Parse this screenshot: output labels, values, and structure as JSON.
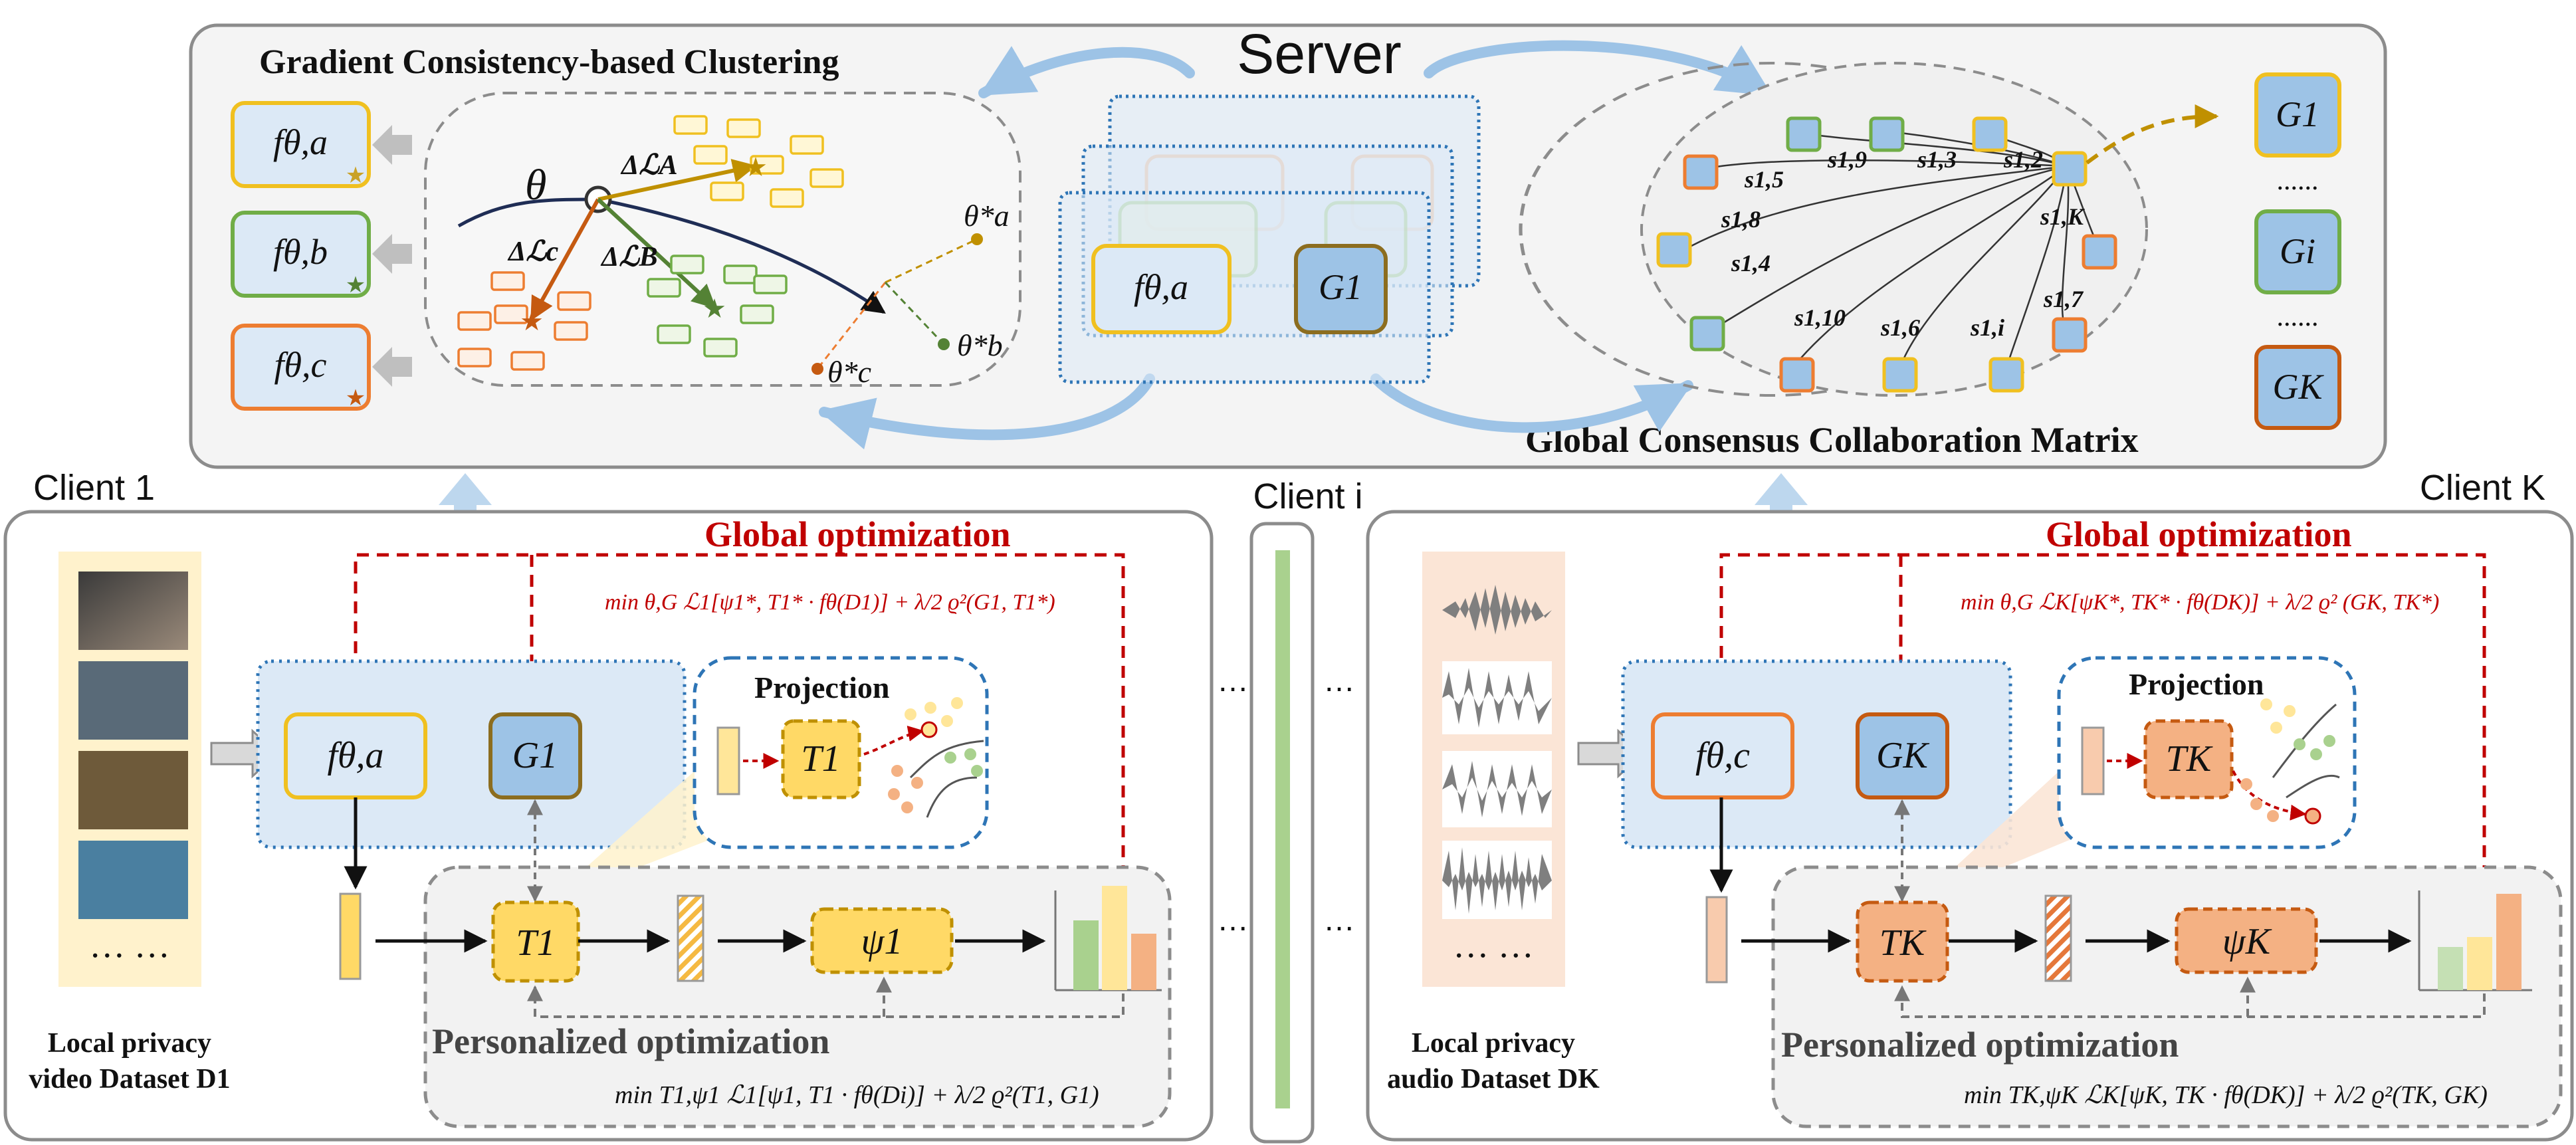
{
  "server": {
    "title": "Server",
    "clustering_title": "Gradient Consistency-based Clustering",
    "matrix_title": "Global Consensus Collaboration Matrix",
    "theta": "θ",
    "delta_a": "ΔℒA",
    "delta_b": "ΔℒB",
    "delta_c": "Δℒc",
    "theta_a_star": "θ*a",
    "theta_b_star": "θ*b",
    "theta_c_star": "θ*c",
    "left_models": [
      "fθ,a",
      "fθ,b",
      "fθ,c"
    ],
    "stack_front_f": "fθ,a",
    "stack_front_g": "G1",
    "right_models": [
      "G1",
      "......",
      "Gi",
      "......",
      "GK"
    ],
    "similarity_labels": [
      "s1,5",
      "s1,9",
      "s1,3",
      "s1,2",
      "s1,8",
      "s1,K",
      "s1,4",
      "s1,10",
      "s1,6",
      "s1,i",
      "s1,7"
    ]
  },
  "client1": {
    "name": "Client 1",
    "global_opt": "Global optimization",
    "global_formula": "min θ,G ℒ1[ψ1*, T1* · fθ(D1)] + λ/2 ϱ²(G1, T1*)",
    "model_f": "fθ,a",
    "model_g": "G1",
    "projection": "Projection",
    "t_proj": "T1",
    "t_main": "T1",
    "psi": "ψ1",
    "personal_opt": "Personalized optimization",
    "personal_formula": "min T1,ψ1 ℒ1[ψ1, T1 · fθ(Di)] + λ/2 ϱ²(T1, G1)",
    "dataset_line1": "Local privacy",
    "dataset_line2": "video Dataset D1",
    "dots": "… …"
  },
  "clienti": {
    "name": "Client i",
    "ellipsis": "…"
  },
  "clientK": {
    "name": "Client K",
    "global_opt": "Global optimization",
    "global_formula": "min θ,G ℒK[ψK*, TK* · fθ(DK)] + λ/2 ϱ² (GK, TK*)",
    "model_f": "fθ,c",
    "model_g": "GK",
    "projection": "Projection",
    "t_proj": "TK",
    "t_main": "TK",
    "psi": "ψK",
    "personal_opt": "Personalized optimization",
    "personal_formula": "min TK,ψK ℒK[ψK, TK · fθ(DK)] + λ/2 ϱ²(TK, GK)",
    "dataset_line1": "Local privacy",
    "dataset_line2": "audio Dataset DK",
    "dots": "… …"
  },
  "colors": {
    "global_red": "#c00000",
    "yellow_border": "#f0c020",
    "green_border": "#70ad47",
    "orange_border": "#ed7d31",
    "blue_fill": "#9dc3e6",
    "blue_border": "#2e75b6",
    "bar_green": "#a9d18e",
    "bar_yellow": "#ffe699",
    "bar_orange": "#f4b183"
  }
}
